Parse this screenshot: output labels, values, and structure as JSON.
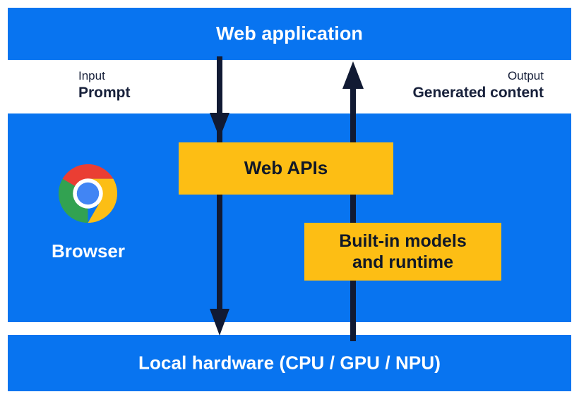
{
  "diagram": {
    "title": "Browser built-in AI architecture",
    "colors": {
      "band_blue": "#0874f0",
      "box_amber": "#fdbe14",
      "arrow_navy": "#111a33",
      "text_navy": "#17203a",
      "text_white": "#ffffff"
    }
  },
  "bands": {
    "web_application": {
      "label": "Web application"
    },
    "browser": {
      "label": "Browser"
    },
    "local_hardware": {
      "label": "Local hardware (CPU / GPU / NPU)"
    }
  },
  "io_labels": {
    "input": {
      "kind": "Input",
      "value": "Prompt"
    },
    "output": {
      "kind": "Output",
      "value": "Generated content"
    }
  },
  "boxes": {
    "web_apis": {
      "label": "Web APIs"
    },
    "builtin_models": {
      "label": "Built-in models\nand runtime"
    }
  },
  "icons": {
    "chrome_logo": "chrome-logo-icon",
    "arrow_down": "arrow-down-icon",
    "arrow_up": "arrow-up-icon"
  },
  "chrome_logo_colors": {
    "red": "#ea3e33",
    "yellow": "#fcbe15",
    "green": "#32a251",
    "blue": "#4185f4",
    "white": "#ffffff"
  }
}
